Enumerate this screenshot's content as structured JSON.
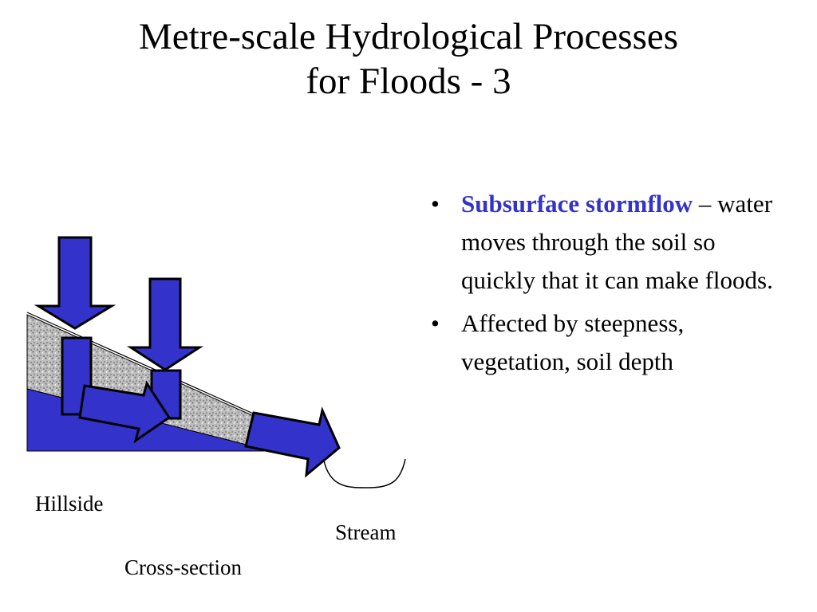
{
  "title": {
    "line1": "Metre-scale Hydrological Processes",
    "line2": "for Floods - 3"
  },
  "bullets": [
    {
      "term": "Subsurface stormflow",
      "text": "– water moves through the soil so quickly that it can make floods."
    },
    {
      "text": "Affected by steepness, vegetation, soil depth"
    }
  ],
  "bullet_glyph": "•",
  "labels": {
    "hillside": "Hillside",
    "stream": "Stream",
    "cross_section": "Cross-section"
  },
  "colors": {
    "term": "#3333cc",
    "water": "#3333cc",
    "soil": "#b8b8b8",
    "outline": "#000000"
  }
}
